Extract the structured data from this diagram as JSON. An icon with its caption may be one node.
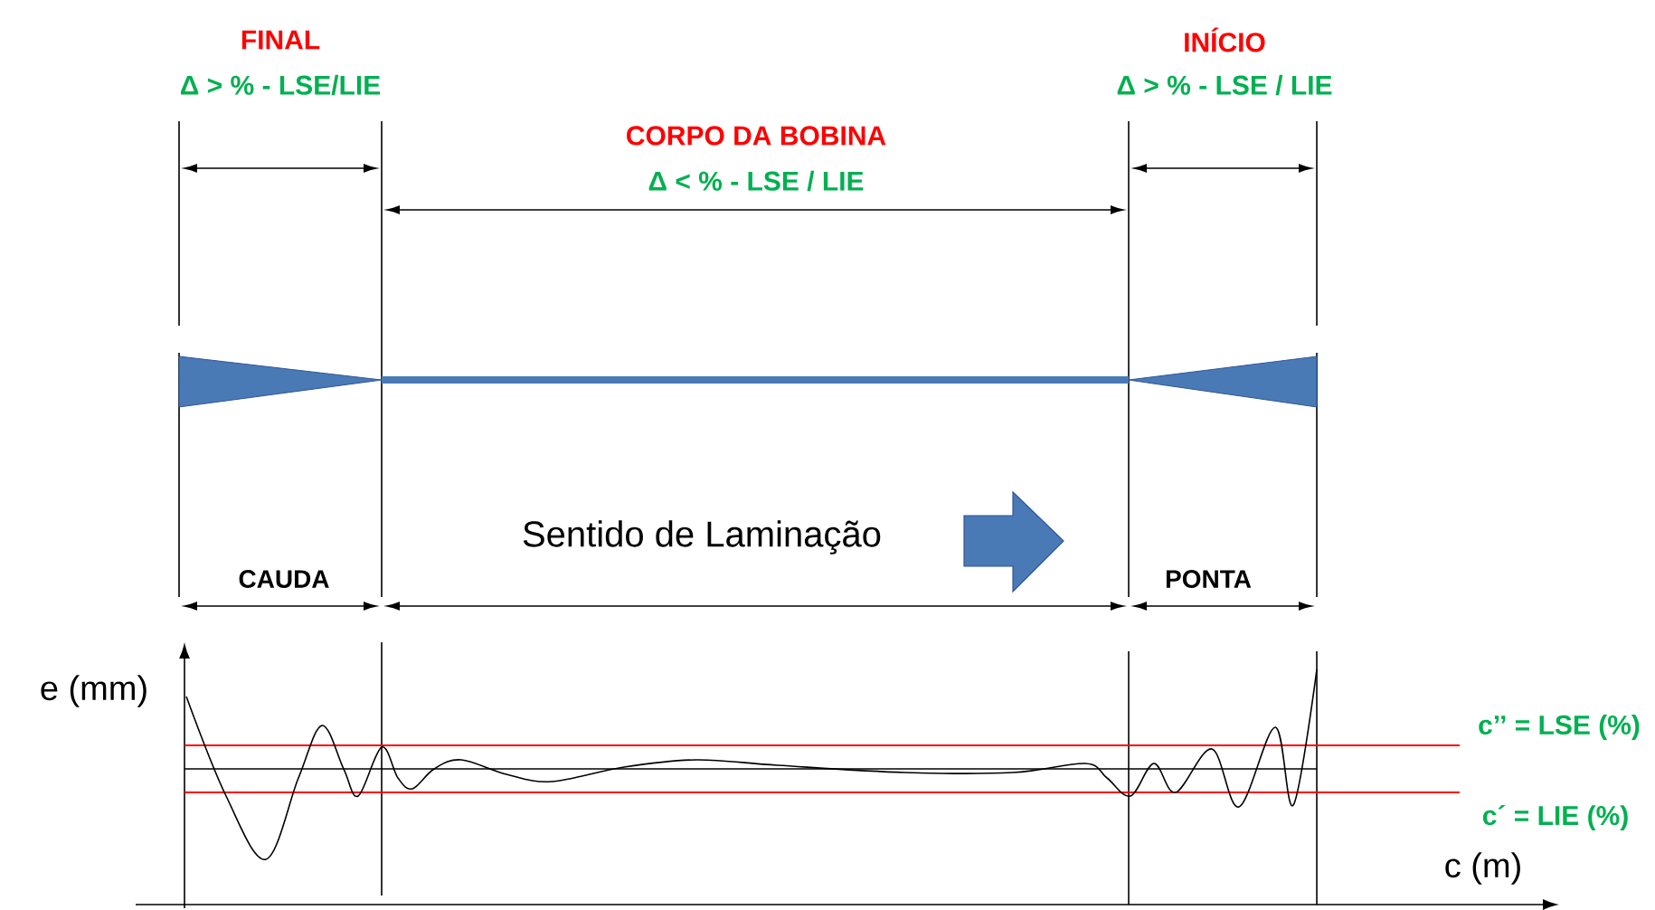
{
  "diagram": {
    "labels": [
      "FINAL",
      "Δ > % - LSE/LIE",
      "INÍCIO",
      "Δ > % - LSE / LIE",
      "CORPO DA BOBINA",
      "Δ < % - LSE / LIE",
      "Sentido de Laminação",
      "CAUDA",
      "PONTA",
      "e (mm)",
      "c’’ = LSE (%)",
      "c´ = LIE (%)",
      "c (m)"
    ]
  }
}
